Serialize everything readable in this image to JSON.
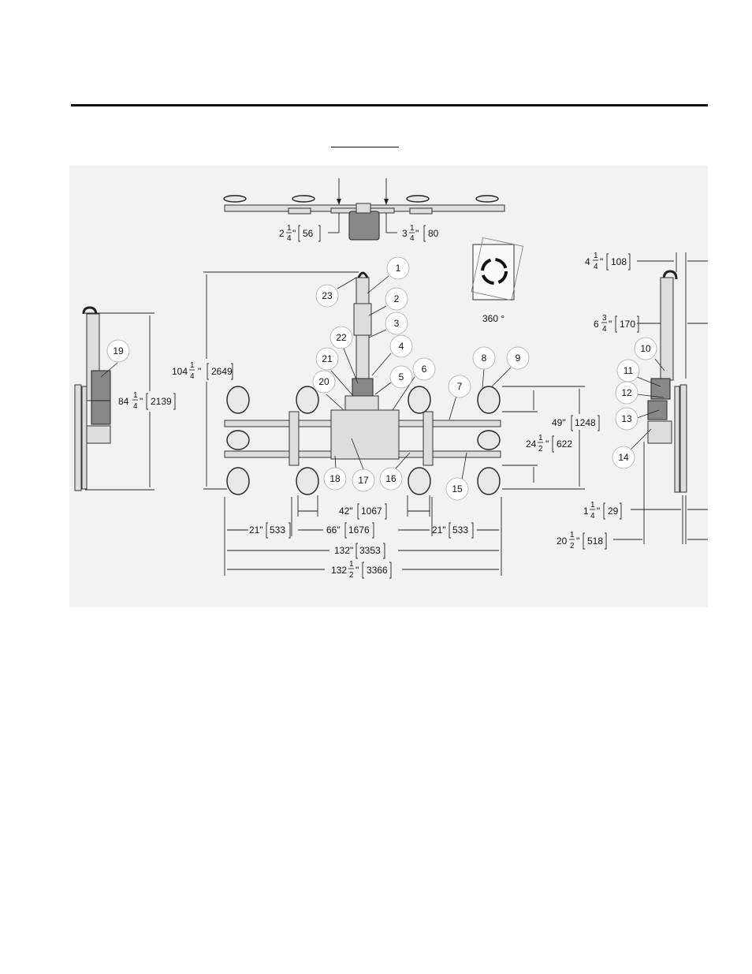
{
  "rotation_label": "360 °",
  "dimensions": {
    "top_left_whole": "2",
    "top_left_num": "1",
    "top_left_den": "4",
    "top_left_inch": "\"",
    "top_left_mm": "56",
    "top_right_whole": "3",
    "top_right_num": "1",
    "top_right_den": "4",
    "top_right_inch": "\"",
    "top_right_mm": "80",
    "height_whole": "104",
    "height_num": "1",
    "height_den": "4",
    "height_inch": "\"",
    "height_mm": "2649",
    "side_whole": "84",
    "side_num": "1",
    "side_den": "4",
    "side_inch": "\"",
    "side_mm": "2139",
    "frame_h": "49\"",
    "frame_h_mm": "1248",
    "inner_h_whole": "24",
    "inner_h_num": "1",
    "inner_h_den": "2",
    "inner_h_inch": "\"",
    "inner_h_mm": "622",
    "pad_spacing": "42\"",
    "pad_spacing_mm": "1067",
    "left_span": "21\"",
    "left_span_mm": "533",
    "mid_span": "66\"",
    "mid_span_mm": "1676",
    "right_span": "21\"",
    "right_span_mm": "533",
    "total": "132\"",
    "total_mm": "3353",
    "total2_whole": "132",
    "total2_num": "1",
    "total2_den": "2",
    "total2_inch": "\"",
    "total2_mm": "3366",
    "rs_top_whole": "4",
    "rs_top_num": "1",
    "rs_top_den": "4",
    "rs_top_inch": "\"",
    "rs_top_mm": "108",
    "rs_mid_whole": "6",
    "rs_mid_num": "3",
    "rs_mid_den": "4",
    "rs_mid_inch": "\"",
    "rs_mid_mm": "170",
    "rs_low_whole": "1",
    "rs_low_num": "1",
    "rs_low_den": "4",
    "rs_low_inch": "\"",
    "rs_low_mm": "29",
    "rs_bot_whole": "20",
    "rs_bot_num": "1",
    "rs_bot_den": "2",
    "rs_bot_inch": "\"",
    "rs_bot_mm": "518"
  },
  "callouts": [
    "1",
    "2",
    "3",
    "4",
    "5",
    "6",
    "7",
    "8",
    "9",
    "10",
    "11",
    "12",
    "13",
    "14",
    "15",
    "16",
    "17",
    "18",
    "19",
    "20",
    "21",
    "22",
    "23"
  ]
}
